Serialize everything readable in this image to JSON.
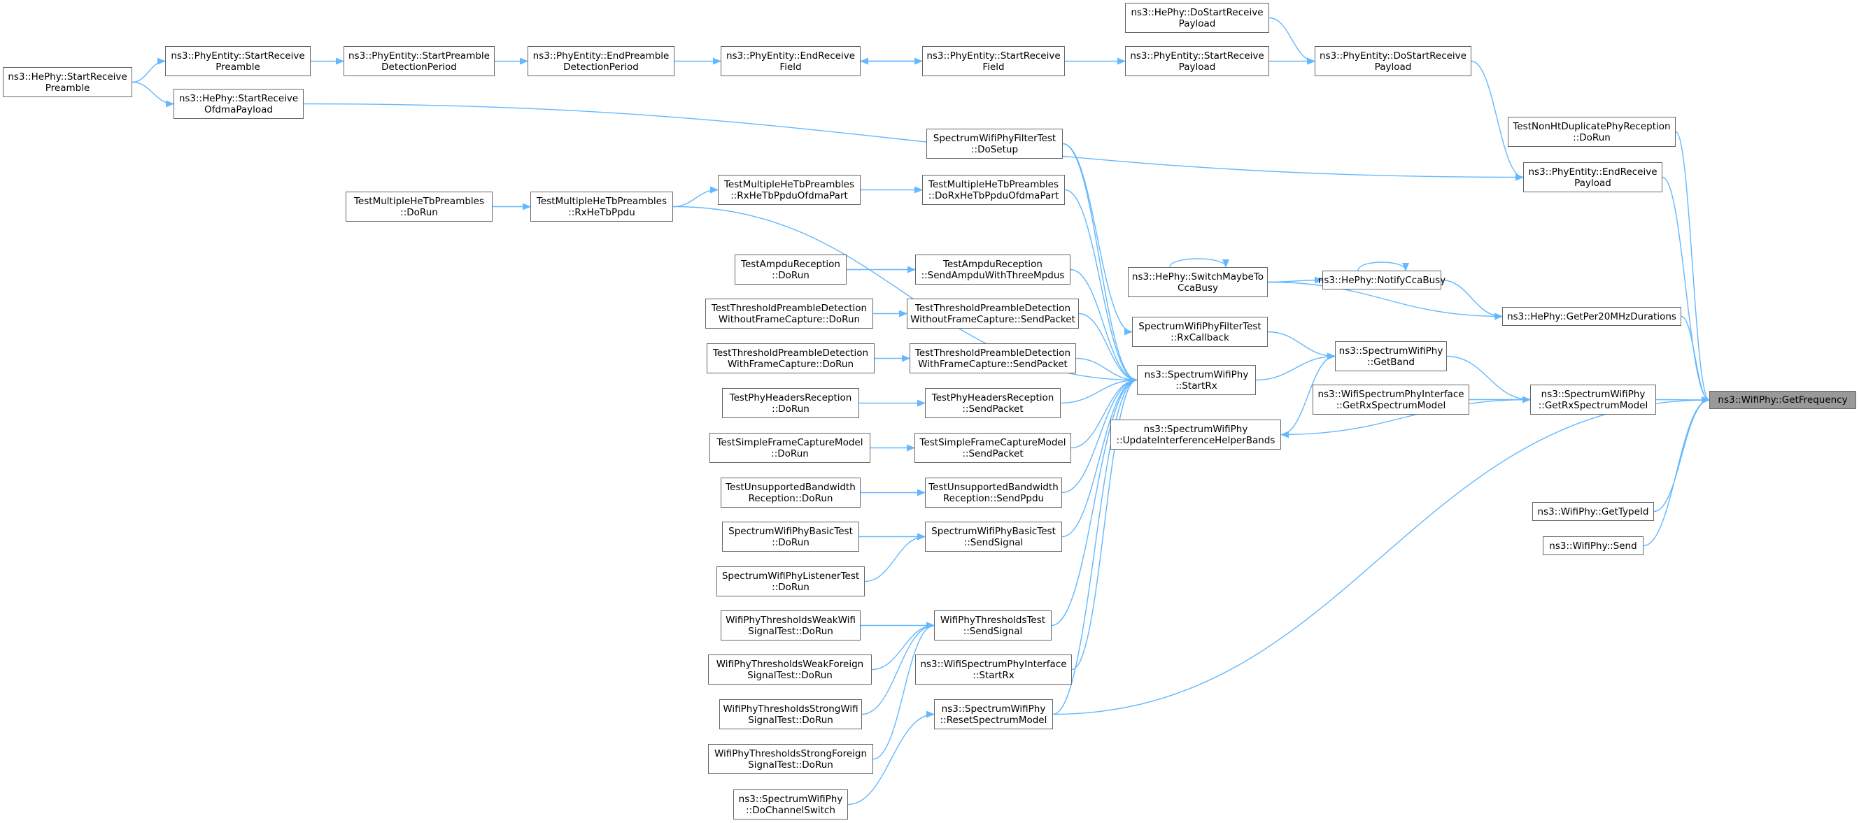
{
  "colors": {
    "edge": "#63b8ff",
    "node_border": "#666666",
    "focus_fill": "#999999"
  },
  "nodes": {
    "getfrequency": [
      "ns3::WifiPhy::GetFrequency"
    ],
    "hephy_startreceivepreamble": [
      "ns3::HePhy::StartReceive",
      "Preamble"
    ],
    "phyentity_startreceivepreamble": [
      "ns3::PhyEntity::StartReceive",
      "Preamble"
    ],
    "phyentity_startpreambledetectionperiod": [
      "ns3::PhyEntity::StartPreamble",
      "DetectionPeriod"
    ],
    "phyentity_endpreambledetectionperiod": [
      "ns3::PhyEntity::EndPreamble",
      "DetectionPeriod"
    ],
    "phyentity_endreceivefield": [
      "ns3::PhyEntity::EndReceive",
      "Field"
    ],
    "phyentity_startreceivefield": [
      "ns3::PhyEntity::StartReceive",
      "Field"
    ],
    "phyentity_startreceivepayload": [
      "ns3::PhyEntity::StartReceive",
      "Payload"
    ],
    "hephy_dostartreceivepayload": [
      "ns3::HePhy::DoStartReceive",
      "Payload"
    ],
    "phyentity_dostartreceivepayload": [
      "ns3::PhyEntity::DoStartReceive",
      "Payload"
    ],
    "hephy_startreceiveofdmapayload": [
      "ns3::HePhy::StartReceive",
      "OfdmaPayload"
    ],
    "testnonhtduplicate_dorun": [
      "TestNonHtDuplicatePhyReception",
      "::DoRun"
    ],
    "phyentity_endreceivepayload": [
      "ns3::PhyEntity::EndReceive",
      "Payload"
    ],
    "filtertest_dosetup": [
      "SpectrumWifiPhyFilterTest",
      "::DoSetup"
    ],
    "multiplehetb_dorun": [
      "TestMultipleHeTbPreambles",
      "::DoRun"
    ],
    "multiplehetb_rxhetbppdu": [
      "TestMultipleHeTbPreambles",
      "::RxHeTbPpdu"
    ],
    "multiplehetb_rxhetbppduofdmapart": [
      "TestMultipleHeTbPreambles",
      "::RxHeTbPpduOfdmaPart"
    ],
    "multiplehetb_dorxhetbppduofdmapart": [
      "TestMultipleHeTbPreambles",
      "::DoRxHeTbPpduOfdmaPart"
    ],
    "ampdureception_dorun": [
      "TestAmpduReception",
      "::DoRun"
    ],
    "ampdureception_sendampdu": [
      "TestAmpduReception",
      "::SendAmpduWithThreeMpdus"
    ],
    "hephy_switchmaybetoccabusy": [
      "ns3::HePhy::SwitchMaybeTo",
      "CcaBusy"
    ],
    "hephy_notifyccabusy": [
      "ns3::HePhy::NotifyCcaBusy"
    ],
    "hephy_getper20mhzdurations": [
      "ns3::HePhy::GetPer20MHzDurations"
    ],
    "thresholdwithout_dorun": [
      "TestThresholdPreambleDetection",
      "WithoutFrameCapture::DoRun"
    ],
    "thresholdwithout_sendpacket": [
      "TestThresholdPreambleDetection",
      "WithoutFrameCapture::SendPacket"
    ],
    "filtertest_rxcallback": [
      "SpectrumWifiPhyFilterTest",
      "::RxCallback"
    ],
    "spectrumwifiphy_getband": [
      "ns3::SpectrumWifiPhy",
      "::GetBand"
    ],
    "thresholdwith_dorun": [
      "TestThresholdPreambleDetection",
      "WithFrameCapture::DoRun"
    ],
    "thresholdwith_sendpacket": [
      "TestThresholdPreambleDetection",
      "WithFrameCapture::SendPacket"
    ],
    "spectrumwifiphy_startrx": [
      "ns3::SpectrumWifiPhy",
      "::StartRx"
    ],
    "phyheaders_dorun": [
      "TestPhyHeadersReception",
      "::DoRun"
    ],
    "phyheaders_sendpacket": [
      "TestPhyHeadersReception",
      "::SendPacket"
    ],
    "interface_getrxspectrummodel": [
      "ns3::WifiSpectrumPhyInterface",
      "::GetRxSpectrumModel"
    ],
    "spectrumwifiphy_getrxspectrummodel": [
      "ns3::SpectrumWifiPhy",
      "::GetRxSpectrumModel"
    ],
    "simpleframecapture_dorun": [
      "TestSimpleFrameCaptureModel",
      "::DoRun"
    ],
    "simpleframecapture_sendpacket": [
      "TestSimpleFrameCaptureModel",
      "::SendPacket"
    ],
    "spectrumwifiphy_updateinterference": [
      "ns3::SpectrumWifiPhy",
      "::UpdateInterferenceHelperBands"
    ],
    "unsupportedbw_dorun": [
      "TestUnsupportedBandwidth",
      "Reception::DoRun"
    ],
    "unsupportedbw_sendppdu": [
      "TestUnsupportedBandwidth",
      "Reception::SendPpdu"
    ],
    "wifiphy_gettypeid": [
      "ns3::WifiPhy::GetTypeId"
    ],
    "wifiphy_send": [
      "ns3::WifiPhy::Send"
    ],
    "basictest_dorun": [
      "SpectrumWifiPhyBasicTest",
      "::DoRun"
    ],
    "basictest_sendsignal": [
      "SpectrumWifiPhyBasicTest",
      "::SendSignal"
    ],
    "listenertest_dorun": [
      "SpectrumWifiPhyListenerTest",
      "::DoRun"
    ],
    "weakwifi_dorun": [
      "WifiPhyThresholdsWeakWifi",
      "SignalTest::DoRun"
    ],
    "thresholdstest_sendsignal": [
      "WifiPhyThresholdsTest",
      "::SendSignal"
    ],
    "weakforeign_dorun": [
      "WifiPhyThresholdsWeakForeign",
      "SignalTest::DoRun"
    ],
    "interface_startrx": [
      "ns3::WifiSpectrumPhyInterface",
      "::StartRx"
    ],
    "strongwifi_dorun": [
      "WifiPhyThresholdsStrongWifi",
      "SignalTest::DoRun"
    ],
    "spectrumwifiphy_resetspectrummodel": [
      "ns3::SpectrumWifiPhy",
      "::ResetSpectrumModel"
    ],
    "strongforeign_dorun": [
      "WifiPhyThresholdsStrongForeign",
      "SignalTest::DoRun"
    ],
    "spectrumwifiphy_dochannelswitch": [
      "ns3::SpectrumWifiPhy",
      "::DoChannelSwitch"
    ]
  },
  "edges": [
    [
      "hephy_startreceivepreamble",
      "phyentity_startreceivepreamble"
    ],
    [
      "hephy_startreceivepreamble",
      "hephy_startreceiveofdmapayload"
    ],
    [
      "phyentity_startreceivepreamble",
      "phyentity_startpreambledetectionperiod"
    ],
    [
      "phyentity_startpreambledetectionperiod",
      "phyentity_endpreambledetectionperiod"
    ],
    [
      "phyentity_endpreambledetectionperiod",
      "phyentity_endreceivefield"
    ],
    [
      "phyentity_endreceivefield",
      "phyentity_startreceivefield"
    ],
    [
      "phyentity_startreceivefield",
      "phyentity_endreceivefield"
    ],
    [
      "phyentity_startreceivefield",
      "phyentity_startreceivepayload"
    ],
    [
      "phyentity_startreceivepayload",
      "phyentity_dostartreceivepayload"
    ],
    [
      "hephy_dostartreceivepayload",
      "phyentity_dostartreceivepayload"
    ],
    [
      "phyentity_dostartreceivepayload",
      "phyentity_endreceivepayload"
    ],
    [
      "hephy_startreceiveofdmapayload",
      "phyentity_endreceivepayload"
    ],
    [
      "phyentity_endreceivepayload",
      "getfrequency"
    ],
    [
      "testnonhtduplicate_dorun",
      "getfrequency"
    ],
    [
      "multiplehetb_dorun",
      "multiplehetb_rxhetbppdu"
    ],
    [
      "multiplehetb_rxhetbppdu",
      "multiplehetb_rxhetbppduofdmapart"
    ],
    [
      "multiplehetb_rxhetbppduofdmapart",
      "multiplehetb_dorxhetbppduofdmapart"
    ],
    [
      "ampdureception_dorun",
      "ampdureception_sendampdu"
    ],
    [
      "thresholdwithout_dorun",
      "thresholdwithout_sendpacket"
    ],
    [
      "thresholdwith_dorun",
      "thresholdwith_sendpacket"
    ],
    [
      "phyheaders_dorun",
      "phyheaders_sendpacket"
    ],
    [
      "simpleframecapture_dorun",
      "simpleframecapture_sendpacket"
    ],
    [
      "unsupportedbw_dorun",
      "unsupportedbw_sendppdu"
    ],
    [
      "basictest_dorun",
      "basictest_sendsignal"
    ],
    [
      "listenertest_dorun",
      "basictest_sendsignal"
    ],
    [
      "weakwifi_dorun",
      "thresholdstest_sendsignal"
    ],
    [
      "weakforeign_dorun",
      "thresholdstest_sendsignal"
    ],
    [
      "strongwifi_dorun",
      "thresholdstest_sendsignal"
    ],
    [
      "strongforeign_dorun",
      "thresholdstest_sendsignal"
    ],
    [
      "spectrumwifiphy_dochannelswitch",
      "spectrumwifiphy_resetspectrummodel"
    ],
    [
      "filtertest_dosetup",
      "spectrumwifiphy_startrx"
    ],
    [
      "multiplehetb_rxhetbppdu",
      "spectrumwifiphy_startrx"
    ],
    [
      "multiplehetb_dorxhetbppduofdmapart",
      "spectrumwifiphy_startrx"
    ],
    [
      "ampdureception_sendampdu",
      "spectrumwifiphy_startrx"
    ],
    [
      "thresholdwithout_sendpacket",
      "spectrumwifiphy_startrx"
    ],
    [
      "thresholdwith_sendpacket",
      "spectrumwifiphy_startrx"
    ],
    [
      "phyheaders_sendpacket",
      "spectrumwifiphy_startrx"
    ],
    [
      "simpleframecapture_sendpacket",
      "spectrumwifiphy_startrx"
    ],
    [
      "unsupportedbw_sendppdu",
      "spectrumwifiphy_startrx"
    ],
    [
      "basictest_sendsignal",
      "spectrumwifiphy_startrx"
    ],
    [
      "thresholdstest_sendsignal",
      "spectrumwifiphy_startrx"
    ],
    [
      "interface_startrx",
      "spectrumwifiphy_startrx"
    ],
    [
      "spectrumwifiphy_resetspectrummodel",
      "spectrumwifiphy_startrx"
    ],
    [
      "spectrumwifiphy_startrx",
      "spectrumwifiphy_getband"
    ],
    [
      "filtertest_dosetup",
      "filtertest_rxcallback"
    ],
    [
      "filtertest_rxcallback",
      "spectrumwifiphy_getband"
    ],
    [
      "spectrumwifiphy_updateinterference",
      "spectrumwifiphy_getband"
    ],
    [
      "hephy_switchmaybetoccabusy",
      "hephy_switchmaybetoccabusy"
    ],
    [
      "hephy_switchmaybetoccabusy",
      "hephy_notifyccabusy"
    ],
    [
      "hephy_notifyccabusy",
      "hephy_notifyccabusy"
    ],
    [
      "hephy_notifyccabusy",
      "hephy_getper20mhzdurations"
    ],
    [
      "hephy_switchmaybetoccabusy",
      "hephy_getper20mhzdurations"
    ],
    [
      "hephy_getper20mhzdurations",
      "getfrequency"
    ],
    [
      "spectrumwifiphy_getband",
      "spectrumwifiphy_getrxspectrummodel"
    ],
    [
      "interface_getrxspectrummodel",
      "spectrumwifiphy_getrxspectrummodel"
    ],
    [
      "spectrumwifiphy_getrxspectrummodel",
      "spectrumwifiphy_updateinterference"
    ],
    [
      "spectrumwifiphy_getrxspectrummodel",
      "getfrequency"
    ],
    [
      "spectrumwifiphy_resetspectrummodel",
      "getfrequency"
    ],
    [
      "wifiphy_gettypeid",
      "getfrequency"
    ],
    [
      "wifiphy_send",
      "getfrequency"
    ]
  ]
}
